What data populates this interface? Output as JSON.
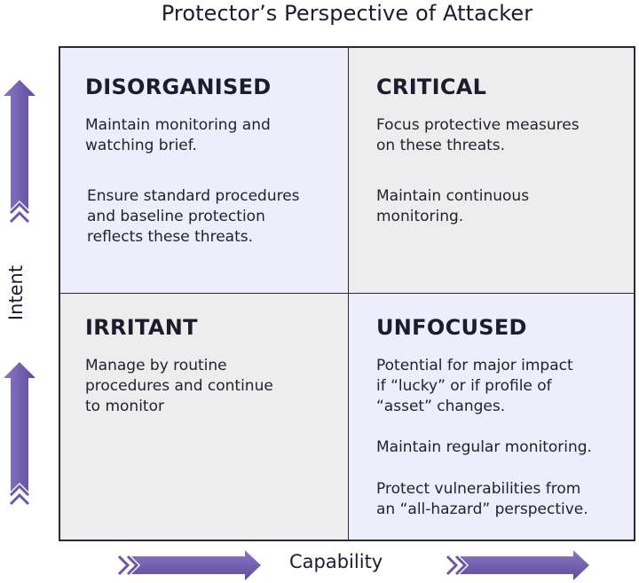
{
  "title": "Protector’s Perspective of Attacker",
  "axes": {
    "y_label": "Intent",
    "x_label": "Capability"
  },
  "colors": {
    "accent": "#7b68b8",
    "accent_dark": "#5b4a9a",
    "quad_tint": "#eeedfb",
    "quad_grey": "#ededed"
  },
  "quadrants": {
    "top_left": {
      "title": "DISORGANISED",
      "lines_a": [
        "Maintain monitoring and",
        "watching brief."
      ],
      "lines_b": [
        "Ensure standard procedures",
        "and baseline protection",
        "reflects these threats."
      ]
    },
    "top_right": {
      "title": "CRITICAL",
      "lines_a": [
        "Focus protective measures",
        "on these threats."
      ],
      "lines_b": [
        "Maintain continuous",
        "monitoring."
      ]
    },
    "bottom_left": {
      "title": "IRRITANT",
      "lines_a": [
        "Manage by routine",
        "procedures and continue",
        "to monitor"
      ]
    },
    "bottom_right": {
      "title": "UNFOCUSED",
      "lines_a": [
        "Potential for major impact",
        "if “lucky” or if profile of",
        "“asset” changes."
      ],
      "lines_b": [
        "Maintain regular monitoring."
      ],
      "lines_c": [
        "Protect vulnerabilities from",
        "an “all-hazard” perspective."
      ]
    }
  }
}
